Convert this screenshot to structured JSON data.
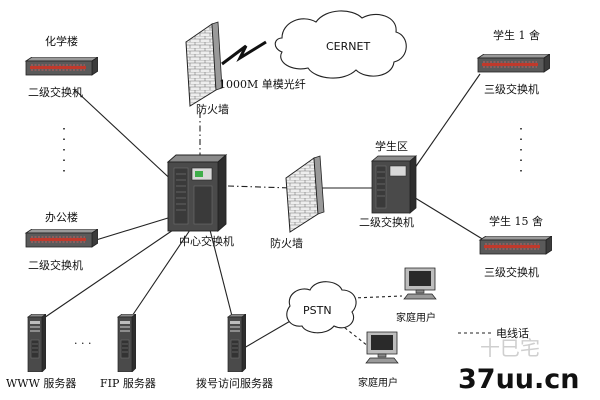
{
  "labels": {
    "chem_bldg": "化学楼",
    "chem_switch": "二级交换机",
    "office_bldg": "办公楼",
    "office_switch": "二级交换机",
    "firewall_top": "防火墙",
    "fiber": "1000M 单模光纤",
    "cernet": "CERNET",
    "core_switch": "中心交换机",
    "firewall_mid": "防火墙",
    "student_area": "学生区",
    "student_area_switch": "二级交换机",
    "dorm1": "学生 1 舍",
    "dorm1_switch": "三级交换机",
    "dorm15": "学生 15 舍",
    "dorm15_switch": "三级交换机",
    "pstn": "PSTN",
    "home_user_1": "家庭用户",
    "home_user_2": "家庭用户",
    "phone_line": "电线话",
    "www_server": "WWW 服务器",
    "ftp_server": "FIP 服务器",
    "dialup_server": "拨号访问服务器",
    "dots_servers": ". . ."
  },
  "watermark": {
    "text": "37uu.cn",
    "grey": "十巳宅"
  },
  "colors": {
    "switch_body": "#5a5a5a",
    "switch_led": "#c0392b",
    "server_body": "#4a4a4a",
    "firewall": "#e6e6e6",
    "monitor_screen": "#2a2a2a"
  }
}
